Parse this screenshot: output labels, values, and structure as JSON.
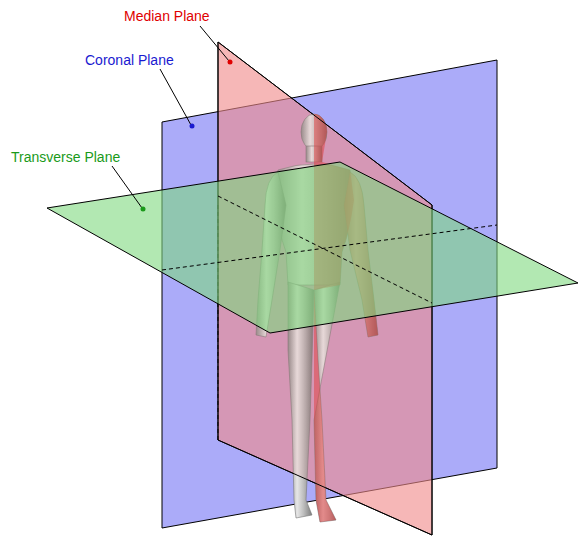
{
  "diagram": {
    "labels": [
      "Median Plane",
      "Coronal Plane",
      "Transverse Plane"
    ]
  }
}
